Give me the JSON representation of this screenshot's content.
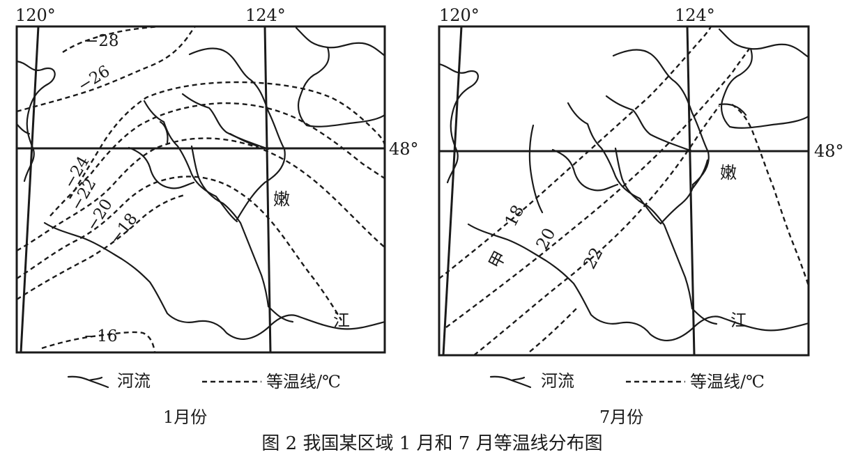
{
  "figure_caption": "图 2   我国某区域 1 月和 7 月等温线分布图",
  "legend": {
    "river": "河流",
    "isotherm": "等温线/℃"
  },
  "coords": {
    "lon_left": "120°",
    "lon_right": "124°",
    "lat": "48°"
  },
  "places": {
    "nen": "嫩",
    "jiang": "江",
    "jia": "甲"
  },
  "january": {
    "title": "1月份",
    "isotherm_labels": [
      "−28",
      "−26",
      "−24",
      "−22",
      "−20",
      "−18",
      "−16"
    ]
  },
  "july": {
    "title": "7月份",
    "isotherm_labels": [
      "18",
      "20",
      "22"
    ]
  }
}
